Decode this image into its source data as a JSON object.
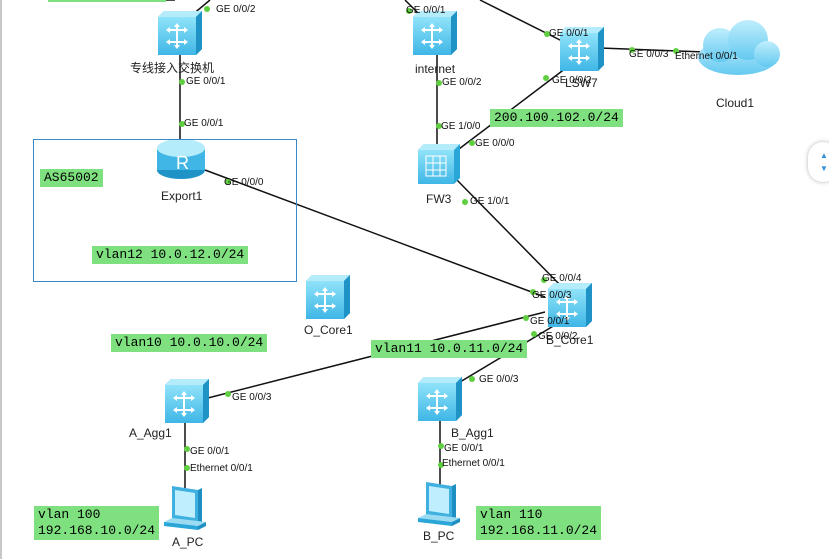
{
  "devices": {
    "line_switch": "专线接入交换机",
    "internet": "internet",
    "lsw7": "LSW7",
    "cloud1": "Cloud1",
    "export1": "Export1",
    "fw3": "FW3",
    "o_core1": "O_Core1",
    "b_core1": "B_Core1",
    "a_agg1": "A_Agg1",
    "b_agg1": "B_Agg1",
    "a_pc": "A_PC",
    "b_pc": "B_PC"
  },
  "ports": {
    "sw_top": "GE 0/0/2",
    "sw_bottom": "GE 0/0/1",
    "export_top": "GE 0/0/1",
    "export_right": "GE 0/0/0",
    "internet_top": "GE 0/0/1",
    "internet_bottom": "GE 0/0/2",
    "fw_top": "GE 1/0/0",
    "fw_right": "GE 0/0/0",
    "fw_bottom": "GE 1/0/1",
    "lsw_left": "GE 0/0/1",
    "lsw_right": "GE 0/0/3",
    "lsw_bottom": "GE 0/0/2",
    "cloud_left": "Ethernet 0/0/1",
    "core_top": "GE 0/0/4",
    "core_left1": "GE 0/0/3",
    "core_left2": "GE 0/0/1",
    "core_left3": "GE 0/0/2",
    "a_agg_right": "GE 0/0/3",
    "a_agg_bottom": "GE 0/0/1",
    "a_pc_top": "Ethernet 0/0/1",
    "b_agg_top": "GE 0/0/3",
    "b_agg_bottom": "GE 0/0/1",
    "b_pc_top": "Ethernet 0/0/1"
  },
  "labels": {
    "as": "AS65002",
    "vlan12": "vlan12 10.0.12.0/24",
    "net_200": "200.100.102.0/24",
    "vlan10": "vlan10 10.0.10.0/24",
    "vlan11": "vlan11 10.0.11.0/24",
    "vlan100": "vlan 100\n192.168.10.0/24",
    "vlan110": "vlan 110\n192.168.11.0/24"
  },
  "colors": {
    "device": "#5ec8ee",
    "label_bg": "#7fe07f",
    "port_dot": "#5fcf3f",
    "link": "#111111",
    "as_border": "#3a87c8"
  }
}
